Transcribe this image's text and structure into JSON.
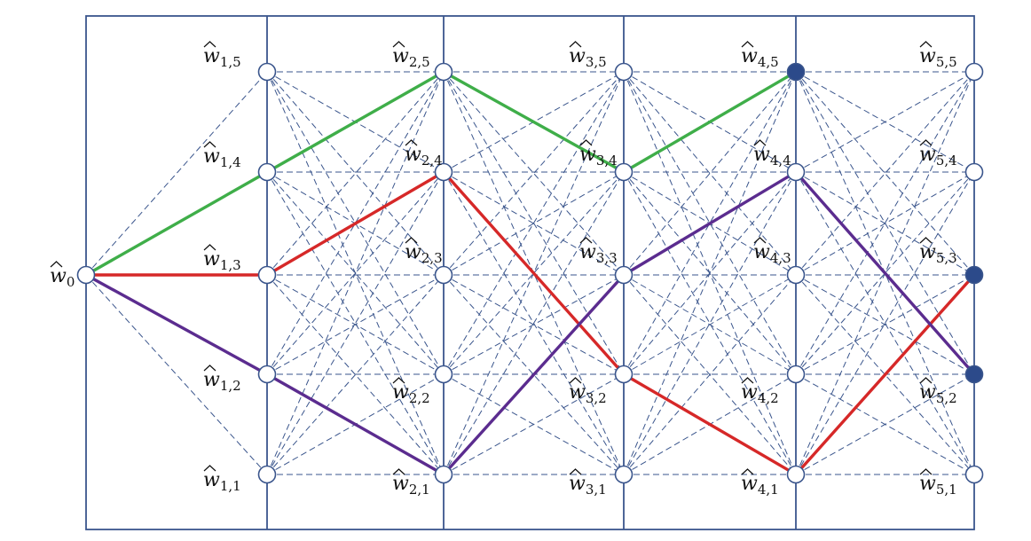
{
  "colors": {
    "frame": "#3a558c",
    "edge": "#3a558c",
    "green": "#3fae49",
    "red": "#d62828",
    "purple": "#5b2c8f",
    "node_fill": "#ffffff",
    "node_filled": "#2c4a8a"
  },
  "root": {
    "name": "w0",
    "base": "w",
    "sub": "0"
  },
  "stages": [
    1,
    2,
    3,
    4,
    5
  ],
  "levels": [
    1,
    2,
    3,
    4,
    5
  ],
  "label_base": "w",
  "filled_nodes": [
    "4,5",
    "5,3",
    "5,2"
  ],
  "paths": [
    {
      "color": "green",
      "nodes": [
        "0",
        "1,4",
        "2,5",
        "3,4",
        "4,5"
      ]
    },
    {
      "color": "red",
      "nodes": [
        "0",
        "1,3",
        "2,4",
        "3,2",
        "4,1",
        "5,3"
      ]
    },
    {
      "color": "purple",
      "nodes": [
        "0",
        "1,2",
        "2,1",
        "3,3",
        "4,4",
        "5,2"
      ]
    }
  ]
}
